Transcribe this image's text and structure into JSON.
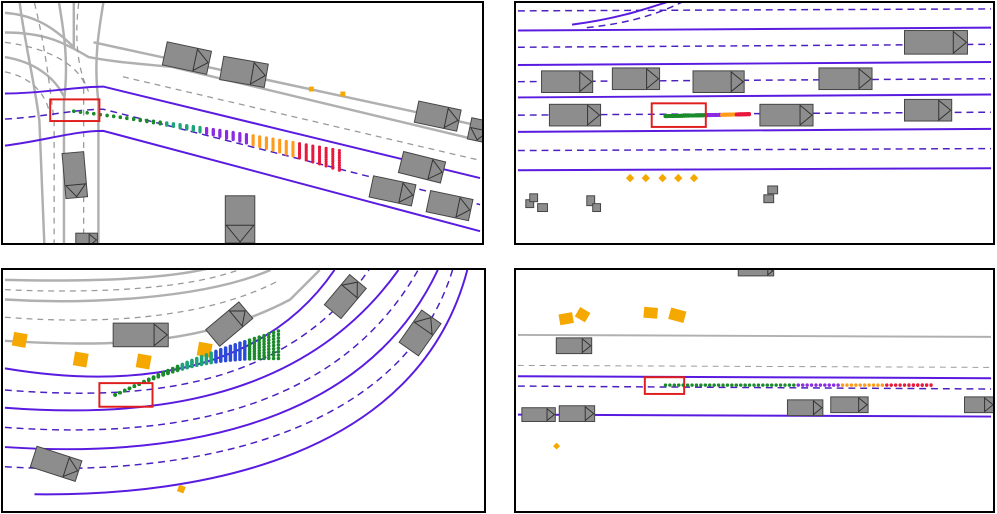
{
  "scenes": [
    {
      "id": "scene-top-left"
    },
    {
      "id": "scene-top-right"
    },
    {
      "id": "scene-bottom-left"
    },
    {
      "id": "scene-bottom-right"
    }
  ],
  "colors": {
    "lane_boundary": "#5a1be0",
    "lane_divider": "#4b1fc0",
    "road_edge": "#a9a9a9",
    "crosswalk_dash": "#9a9a9a",
    "vehicle_fill": "#8d8d8d",
    "vehicle_stroke": "#444444",
    "ego_box": "#e01e1e",
    "pedestrian": "#f5a800",
    "trajectory_green": "#1a8a2a",
    "trajectory_teal": "#1fa37a",
    "trajectory_purple": "#8a2be2",
    "trajectory_orange": "#ff9a1a",
    "trajectory_red": "#e8183c",
    "trajectory_blue": "#2a4ad8"
  }
}
